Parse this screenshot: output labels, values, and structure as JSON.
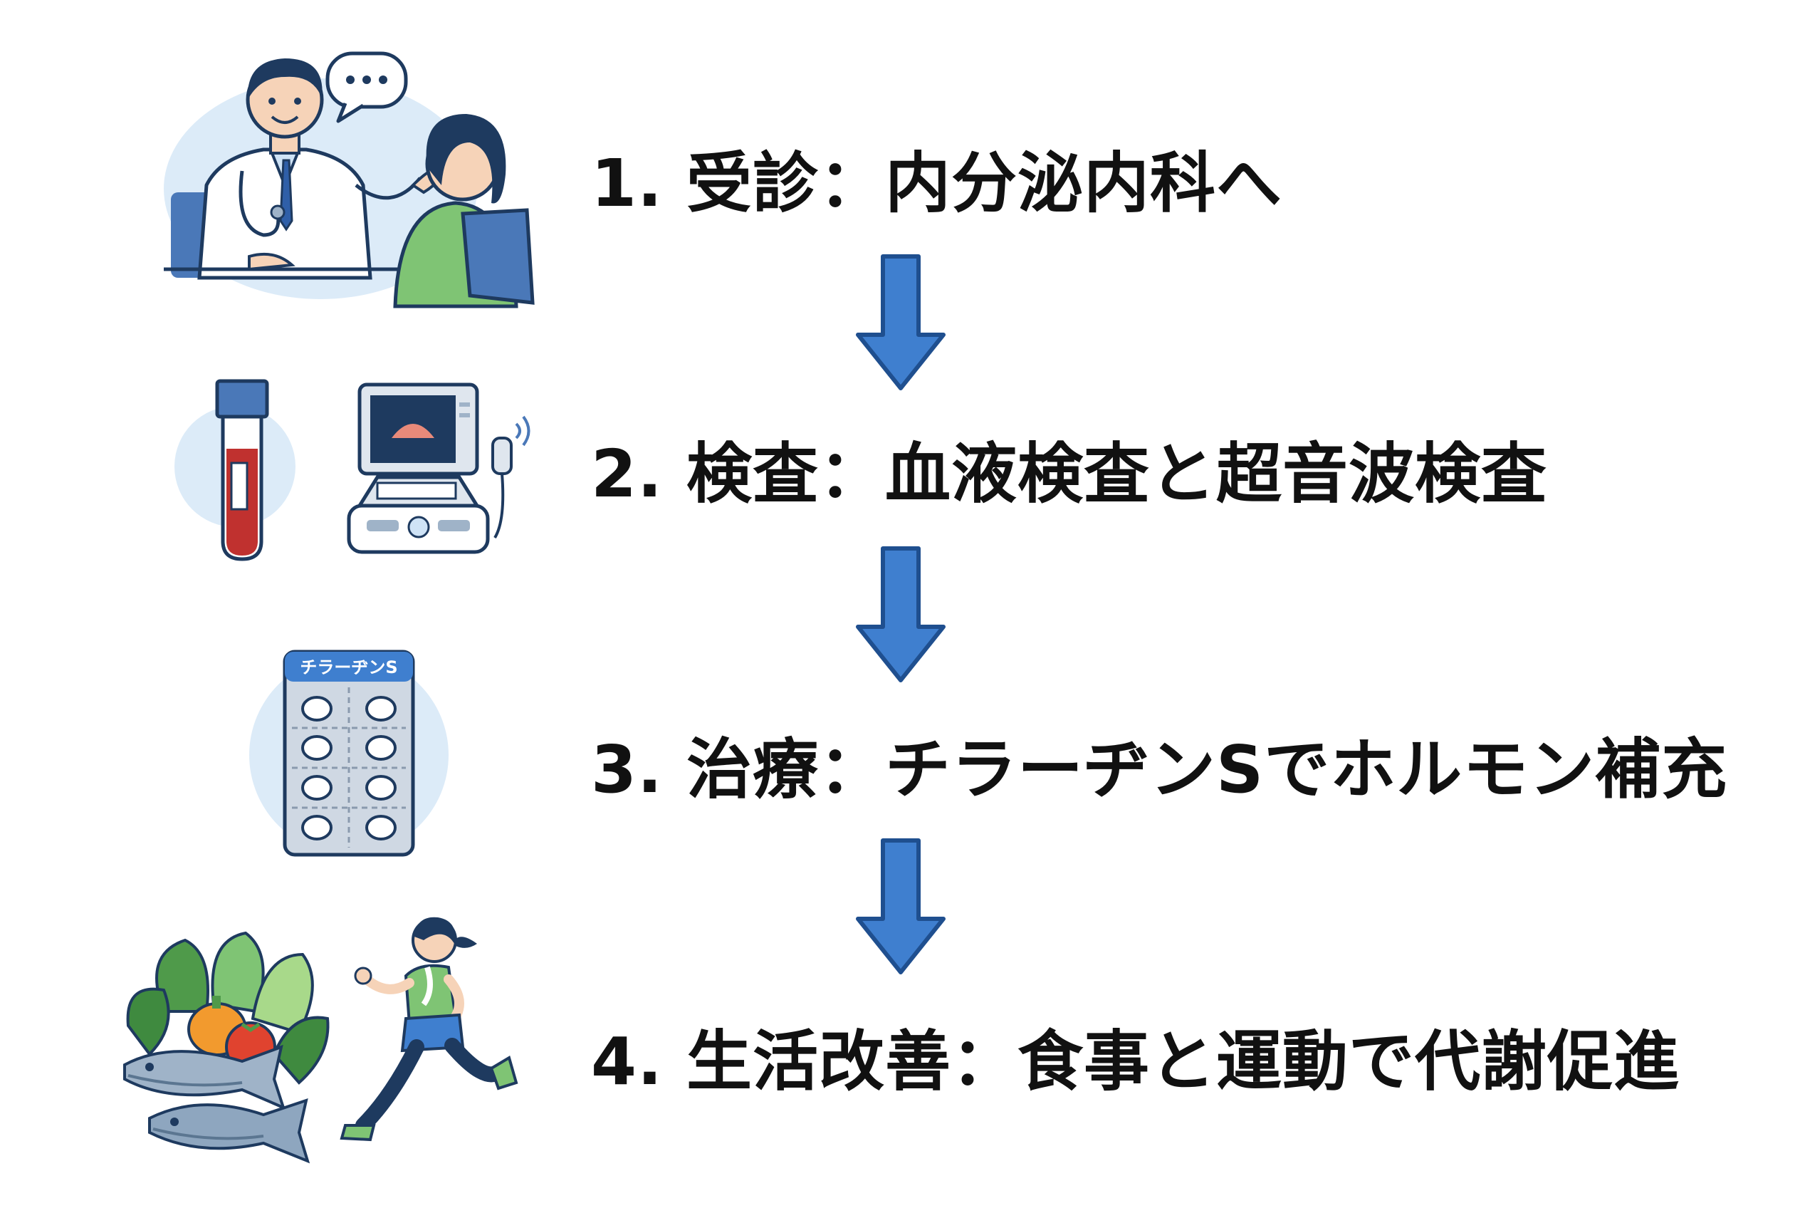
{
  "steps": [
    {
      "label": "1. 受診：内分泌内科へ",
      "icons": [
        "doctor-icon",
        "speech-bubble-icon",
        "patient-icon"
      ]
    },
    {
      "label": "2. 検査：血液検査と超音波検査",
      "icons": [
        "blood-test-tube-icon",
        "ultrasound-machine-icon"
      ]
    },
    {
      "label": "3. 治療：チラーヂンSでホルモン補充",
      "icons": [
        "pill-blister-pack-icon"
      ],
      "pack_label": "チラーヂンS"
    },
    {
      "label": "4. 生活改善：食事と運動で代謝促進",
      "icons": [
        "vegetables-icon",
        "fish-icon",
        "running-woman-icon"
      ]
    }
  ],
  "colors": {
    "arrow_fill": "#3f7fcf",
    "arrow_stroke": "#1f4f8f",
    "circle_bg": "#dcebf8",
    "text": "#111111"
  }
}
